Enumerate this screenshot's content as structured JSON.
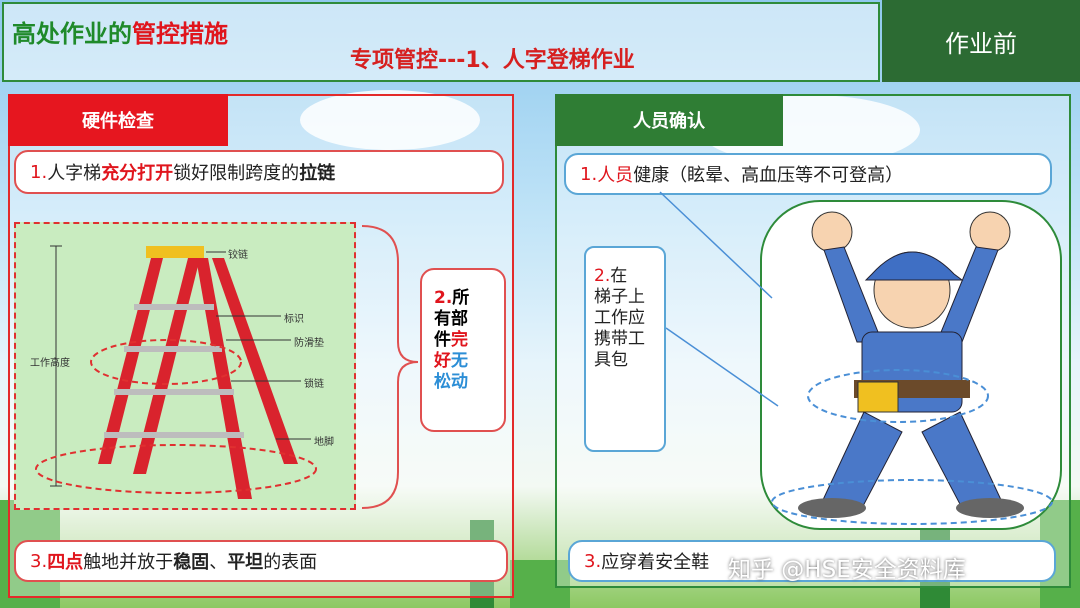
{
  "header": {
    "title_prefix": "高处作业的",
    "title_highlight": "管控措施",
    "subtitle": "专项管控---1、人字登梯作业",
    "phase": "作业前"
  },
  "hardware": {
    "tab": "硬件检查",
    "item1": {
      "num": "1.",
      "t1": "人字梯",
      "h1": "充分打开",
      "t2": "锁好限制跨度的",
      "h2": "拉链"
    },
    "item2": {
      "num": "2.",
      "l1": "所",
      "l2": "有部",
      "l3": "件",
      "l3b": "完",
      "l4": "好",
      "l4b": "无",
      "l5": "松动"
    },
    "item3": {
      "num": "3.",
      "h1": "四点",
      "t1": "触地并放于",
      "h2": "稳固",
      "t2": "、",
      "h3": "平坦",
      "t3": "的表面"
    },
    "ladder_labels": {
      "hinge": "铰链",
      "mark": "标识",
      "antislip": "防滑垫",
      "lock": "锁链",
      "foot": "地脚",
      "height": "工作高度"
    }
  },
  "personnel": {
    "tab": "人员确认",
    "item1": {
      "num": "1.",
      "h1": "人员",
      "t1": "健康（眩晕、高血压等不可登高）"
    },
    "item2": {
      "num": "2.",
      "l1": "在",
      "l2": "梯子上",
      "l3": "工作应",
      "l4": "携带工",
      "l5": "具包"
    },
    "item3": {
      "num": "3.",
      "t1": "应穿着安全鞋"
    }
  },
  "watermark": "知乎 @HSE安全资料库",
  "colors": {
    "green": "#2c6b33",
    "red": "#e6161f",
    "ladder": "#d9232d"
  }
}
